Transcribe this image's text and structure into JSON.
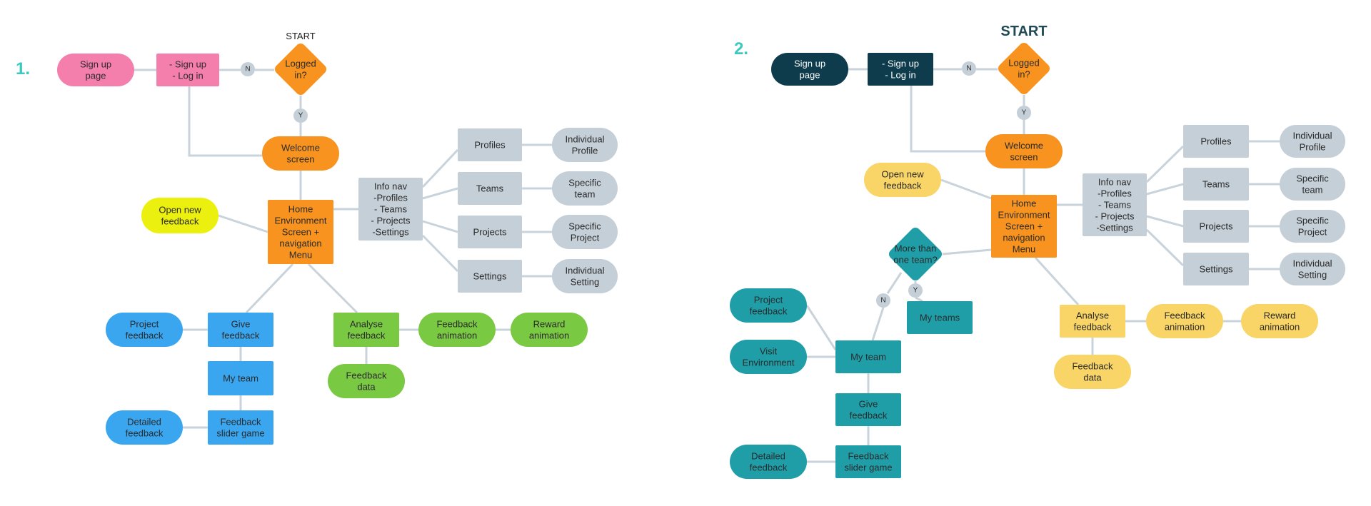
{
  "colors": {
    "edge": "#c8d3db",
    "pink": "#f47eac",
    "orange": "#f7931e",
    "yellow": "#ecf00f",
    "gray": "#c5cfd7",
    "blue": "#3aa6f0",
    "green": "#7ac943",
    "navy": "#0e3c4c",
    "teal": "#1f9ea8",
    "lightYellow": "#f8d566",
    "textDark": "#2b2b2b",
    "textLight": "#ffffff"
  },
  "diagram1": {
    "label": "1.",
    "start": "START",
    "sign_up_page": [
      "Sign up",
      "page"
    ],
    "sign_up_log_in": [
      "- Sign up",
      "- Log in"
    ],
    "logged_in": [
      "Logged",
      "in?"
    ],
    "no": "N",
    "yes": "Y",
    "welcome": [
      "Welcome",
      "screen"
    ],
    "home": [
      "Home",
      "Environment",
      "Screen +",
      "navigation",
      "Menu"
    ],
    "open_feedback": [
      "Open new",
      "feedback"
    ],
    "info_nav": [
      "Info nav",
      "-Profiles",
      "- Teams",
      "- Projects",
      "-Settings"
    ],
    "profiles": "Profiles",
    "teams": "Teams",
    "projects": "Projects",
    "settings": "Settings",
    "individual_profile": [
      "Individual",
      "Profile"
    ],
    "specific_team": [
      "Specific",
      "team"
    ],
    "specific_project": [
      "Specific",
      "Project"
    ],
    "individual_setting": [
      "Individual",
      "Setting"
    ],
    "give_feedback": [
      "Give",
      "feedback"
    ],
    "project_feedback": [
      "Project",
      "feedback"
    ],
    "my_team": "My team",
    "feedback_slider": [
      "Feedback",
      "slider game"
    ],
    "detailed_feedback": [
      "Detailed",
      "feedback"
    ],
    "analyse_feedback": [
      "Analyse",
      "feedback"
    ],
    "feedback_animation": [
      "Feedback",
      "animation"
    ],
    "reward_animation": [
      "Reward",
      "animation"
    ],
    "feedback_data": [
      "Feedback",
      "data"
    ]
  },
  "diagram2": {
    "label": "2.",
    "start": "START",
    "sign_up_page": [
      "Sign up",
      "page"
    ],
    "sign_up_log_in": [
      "- Sign up",
      "- Log in"
    ],
    "logged_in": [
      "Logged",
      "in?"
    ],
    "no": "N",
    "yes": "Y",
    "welcome": [
      "Welcome",
      "screen"
    ],
    "home": [
      "Home",
      "Environment",
      "Screen +",
      "navigation",
      "Menu"
    ],
    "open_feedback": [
      "Open new",
      "feedback"
    ],
    "info_nav": [
      "Info nav",
      "-Profiles",
      "- Teams",
      "- Projects",
      "-Settings"
    ],
    "profiles": "Profiles",
    "teams": "Teams",
    "projects": "Projects",
    "settings": "Settings",
    "individual_profile": [
      "Individual",
      "Profile"
    ],
    "specific_team": [
      "Specific",
      "team"
    ],
    "specific_project": [
      "Specific",
      "Project"
    ],
    "individual_setting": [
      "Individual",
      "Setting"
    ],
    "more_than_one_team": [
      "More than",
      "one team?"
    ],
    "my_teams": "My teams",
    "my_team": "My team",
    "project_feedback": [
      "Project",
      "feedback"
    ],
    "visit_environment": [
      "Visit",
      "Environment"
    ],
    "give_feedback": [
      "Give",
      "feedback"
    ],
    "detailed_feedback": [
      "Detailed",
      "feedback"
    ],
    "feedback_slider": [
      "Feedback",
      "slider game"
    ],
    "analyse_feedback": [
      "Analyse",
      "feedback"
    ],
    "feedback_animation": [
      "Feedback",
      "animation"
    ],
    "reward_animation": [
      "Reward",
      "animation"
    ],
    "feedback_data": [
      "Feedback",
      "data"
    ]
  }
}
